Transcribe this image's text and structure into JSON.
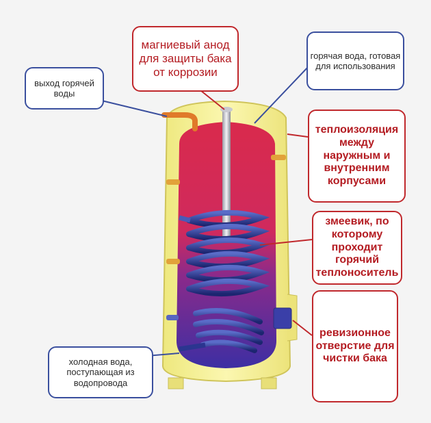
{
  "labels": {
    "hot_out": "выход горячей воды",
    "anode": "магниевый анод для защиты бака от коррозии",
    "hot_ready": "горячая вода, готовая для использования",
    "insulation": "теплоизоляция между наружным и внутренним корпусами",
    "coil": "змеевик, по которому проходит горячий теплоноситель",
    "revision": "ревизионное отверстие для чистки бака",
    "cold_in": "холодная вода, поступающая из водопровода"
  },
  "colors": {
    "callout_blue": "#3a4f9e",
    "callout_red": "#c0282c",
    "outer_casing": "#f7f199",
    "tank_top": "#d92a4c",
    "tank_bottom": "#3d2fa3"
  }
}
